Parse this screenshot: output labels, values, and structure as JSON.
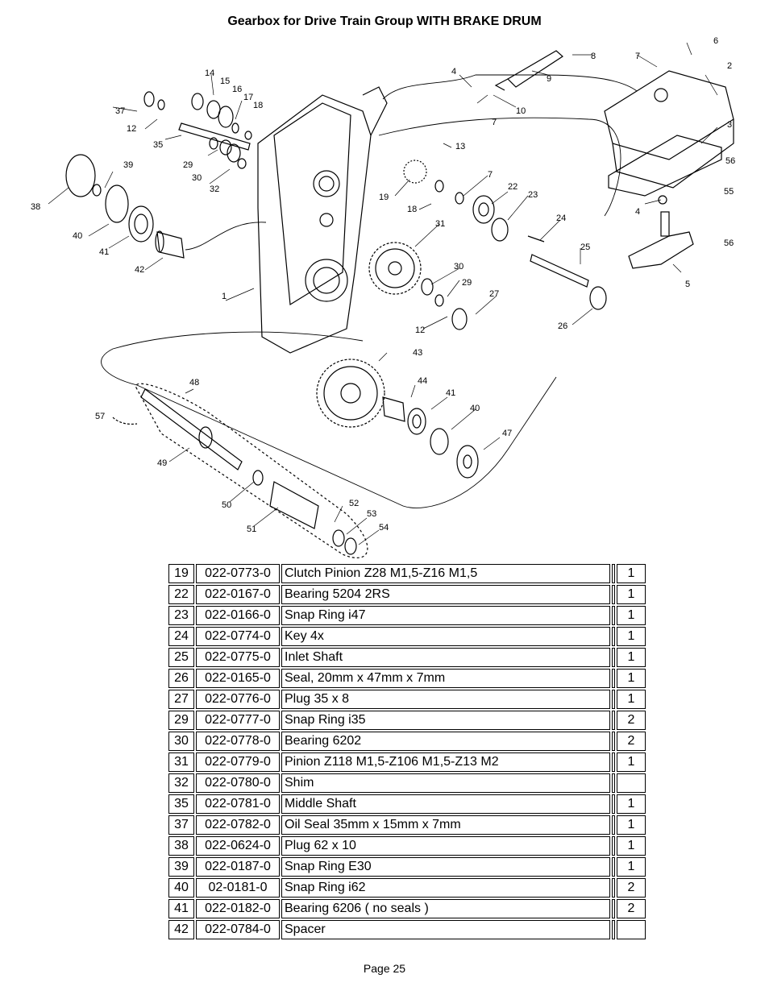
{
  "title": "Gearbox for Drive Train Group WITH BRAKE DRUM",
  "diagram_labels": [
    "1",
    "2",
    "3",
    "4",
    "4",
    "5",
    "6",
    "7",
    "7",
    "7",
    "8",
    "9",
    "10",
    "12",
    "12",
    "13",
    "14",
    "15",
    "16",
    "17",
    "18",
    "18",
    "19",
    "22",
    "23",
    "24",
    "25",
    "26",
    "27",
    "29",
    "29",
    "30",
    "30",
    "31",
    "32",
    "35",
    "37",
    "38",
    "39",
    "40",
    "40",
    "41",
    "41",
    "42",
    "43",
    "44",
    "47",
    "48",
    "49",
    "50",
    "51",
    "52",
    "53",
    "54",
    "55",
    "56",
    "56",
    "57"
  ],
  "parts": [
    {
      "item": "19",
      "part": "022-0773-0",
      "desc": "Clutch Pinion Z28 M1,5-Z16 M1,5",
      "qty": "1"
    },
    {
      "item": "22",
      "part": "022-0167-0",
      "desc": "Bearing 5204 2RS",
      "qty": "1"
    },
    {
      "item": "23",
      "part": "022-0166-0",
      "desc": "Snap Ring i47",
      "qty": "1"
    },
    {
      "item": "24",
      "part": "022-0774-0",
      "desc": "Key 4x",
      "qty": "1"
    },
    {
      "item": "25",
      "part": "022-0775-0",
      "desc": "Inlet Shaft",
      "qty": "1"
    },
    {
      "item": "26",
      "part": "022-0165-0",
      "desc": "Seal, 20mm x 47mm x 7mm",
      "qty": "1"
    },
    {
      "item": "27",
      "part": "022-0776-0",
      "desc": "Plug 35 x 8",
      "qty": "1"
    },
    {
      "item": "29",
      "part": "022-0777-0",
      "desc": "Snap Ring i35",
      "qty": "2"
    },
    {
      "item": "30",
      "part": "022-0778-0",
      "desc": "Bearing 6202",
      "qty": "2"
    },
    {
      "item": "31",
      "part": "022-0779-0",
      "desc": "Pinion Z118 M1,5-Z106 M1,5-Z13 M2",
      "qty": "1"
    },
    {
      "item": "32",
      "part": "022-0780-0",
      "desc": "Shim",
      "qty": ""
    },
    {
      "item": "35",
      "part": "022-0781-0",
      "desc": "Middle Shaft",
      "qty": "1"
    },
    {
      "item": "37",
      "part": "022-0782-0",
      "desc": "Oil Seal 35mm x 15mm x 7mm",
      "qty": "1"
    },
    {
      "item": "38",
      "part": "022-0624-0",
      "desc": "Plug 62 x 10",
      "qty": "1"
    },
    {
      "item": "39",
      "part": "022-0187-0",
      "desc": "Snap Ring E30",
      "qty": "1"
    },
    {
      "item": "40",
      "part": "02-0181-0",
      "desc": "Snap Ring i62",
      "qty": "2"
    },
    {
      "item": "41",
      "part": "022-0182-0",
      "desc": "Bearing 6206 ( no seals )",
      "qty": "2"
    },
    {
      "item": "42",
      "part": "022-0784-0",
      "desc": "Spacer",
      "qty": ""
    }
  ],
  "footer": "Page 25"
}
